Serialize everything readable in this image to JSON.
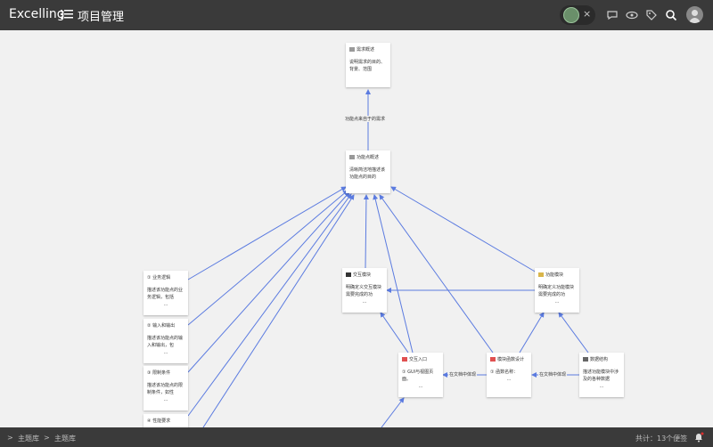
{
  "header": {
    "brand": "Excelling",
    "title": "项目管理",
    "chip_close": "×"
  },
  "nodes": [
    {
      "id": "req",
      "title": "需求概述",
      "body": "说明需求的目的、背景、范围",
      "more": "",
      "icon": "doc-icon"
    },
    {
      "id": "feat",
      "title": "功能点概述",
      "body": "清晰简洁地描述该功能点的目的",
      "more": "",
      "icon": "doc-icon"
    },
    {
      "id": "biz",
      "title": "① 业务逻辑",
      "body": "描述该功能点的业务逻辑，包括",
      "more": "…",
      "icon": ""
    },
    {
      "id": "io",
      "title": "② 输入和输出",
      "body": "描述该功能点的输入和输出，包",
      "more": "…",
      "icon": ""
    },
    {
      "id": "limit",
      "title": "③ 限制条件",
      "body": "描述该功能点的限制条件，如性",
      "more": "…",
      "icon": ""
    },
    {
      "id": "perf",
      "title": "④ 性能要求",
      "body": "",
      "more": "",
      "icon": ""
    },
    {
      "id": "ui",
      "title": "交互模块",
      "body": "明确定义交互模块需要完成的功",
      "more": "…",
      "icon": "monitor-icon"
    },
    {
      "id": "func",
      "title": "功能模块",
      "body": "明确定义功能模块需要完成的功",
      "more": "…",
      "icon": "pencil-icon"
    },
    {
      "id": "entry",
      "title": "交互入口",
      "body": "① GUI与视图页面。",
      "more": "…",
      "icon": "red-icon"
    },
    {
      "id": "param",
      "title": "模块函数设计",
      "body": "① 函数名称：",
      "more": "…",
      "icon": "red-icon"
    },
    {
      "id": "data",
      "title": "数据结构",
      "body": "描述功能模块中涉及的各种数据",
      "more": "…",
      "icon": "calendar-icon"
    }
  ],
  "edge_labels": {
    "feat_req": "功能点来自于的需求",
    "param_entry": "在文档中体现",
    "data_param": "在文档中体现"
  },
  "footer": {
    "crumb1": "主题库",
    "crumb2": "主题库",
    "count": "共计：13个便签"
  },
  "colors": {
    "edge": "#5b7be0",
    "bar": "#3a3a3a",
    "accent_icon": "#e05050"
  }
}
